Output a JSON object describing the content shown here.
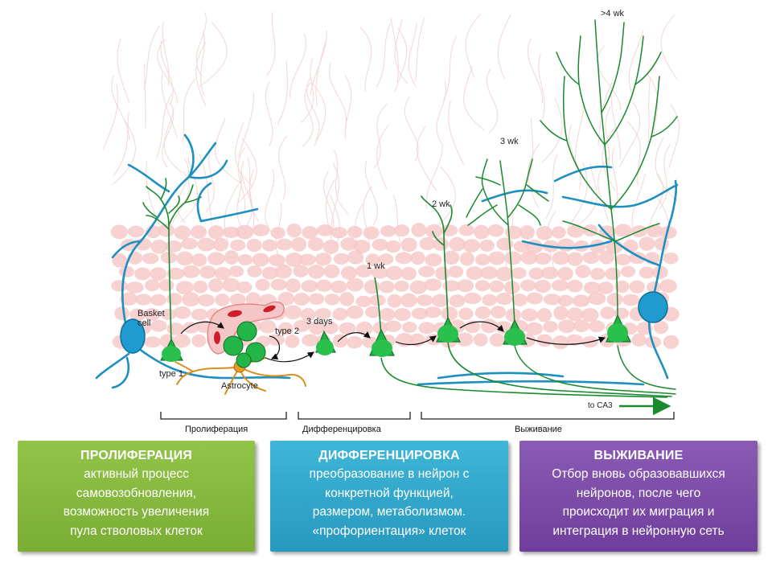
{
  "labels": {
    "basket_cell": "Basket\ncell",
    "type1": "type 1",
    "type2": "type 2",
    "astrocyte": "Astrocyte",
    "days3": "3 days",
    "wk1": "1 wk",
    "wk2": "2 wk",
    "wk3": "3 wk",
    "wk4": ">4 wk",
    "to_ca3": "to CA3"
  },
  "brackets": {
    "proliferation": "Пролиферация",
    "differentiation": "Дифференцировка",
    "survival": "Выживание"
  },
  "boxes": {
    "proliferation": {
      "title": "ПРОЛИФЕРАЦИЯ",
      "lines": [
        "активный процесс",
        "самовозобновления,",
        "возможность увеличения",
        "пула стволовых клеток"
      ]
    },
    "differentiation": {
      "title": "ДИФФЕРЕНЦИРОВКА",
      "lines": [
        "преобразование в нейрон с",
        "конкретной функцией,",
        "размером, метаболизмом.",
        "«профориентация» клеток"
      ]
    },
    "survival": {
      "title": "ВЫЖИВАНИЕ",
      "lines": [
        "Отбор вновь образовавшихся",
        "нейронов, после чего",
        "происходит их миграция и",
        "интеграция в нейронную сеть"
      ]
    }
  },
  "colors": {
    "neuron_green": "#17a33a",
    "dendrite_green": "#1a8a2e",
    "basket_blue": "#1d8fc0",
    "astro_orange": "#d99020",
    "cell_layer_pink": "#f7c9c9",
    "fiber_pink": "#f3d6d6",
    "vessel_red": "#cc1f2a",
    "prolif_box": "#86b93f",
    "diff_box": "#33a8cd",
    "surv_box": "#7c4ba8"
  }
}
